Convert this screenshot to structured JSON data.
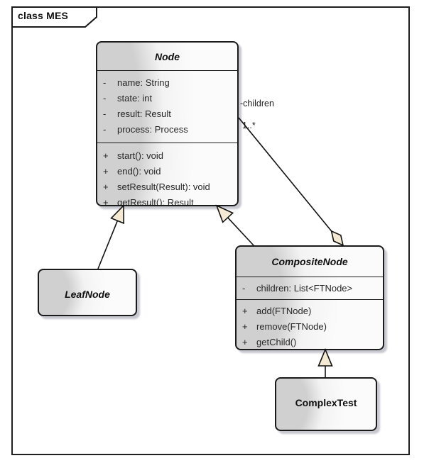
{
  "frame": {
    "label": "class MES"
  },
  "classes": {
    "node": {
      "title": "Node",
      "attributes": [
        {
          "vis": "-",
          "text": "name: String"
        },
        {
          "vis": "-",
          "text": "state: int"
        },
        {
          "vis": "-",
          "text": "result: Result"
        },
        {
          "vis": "-",
          "text": "process: Process"
        }
      ],
      "operations": [
        {
          "vis": "+",
          "text": "start(): void"
        },
        {
          "vis": "+",
          "text": "end(): void"
        },
        {
          "vis": "+",
          "text": "setResult(Result): void"
        },
        {
          "vis": "+",
          "text": "getResult(): Result"
        }
      ]
    },
    "leafnode": {
      "title": "LeafNode"
    },
    "compositenode": {
      "title": "CompositeNode",
      "attributes": [
        {
          "vis": "-",
          "text": "children: List<FTNode>"
        }
      ],
      "operations": [
        {
          "vis": "+",
          "text": "add(FTNode)"
        },
        {
          "vis": "+",
          "text": "remove(FTNode)"
        },
        {
          "vis": "+",
          "text": "getChild()"
        }
      ]
    },
    "complextest": {
      "title": "ComplexTest"
    }
  },
  "relationships": {
    "aggregation": {
      "role_label": "-children",
      "multiplicity": "1..*"
    }
  },
  "colors": {
    "box_border": "#1a1a1a",
    "box_fill_dark": "#d0d0d0",
    "box_fill_light": "#fbfbfb",
    "arrowhead_fill": "#f4e9d2",
    "line": "#111111",
    "shadow": "#828696"
  }
}
